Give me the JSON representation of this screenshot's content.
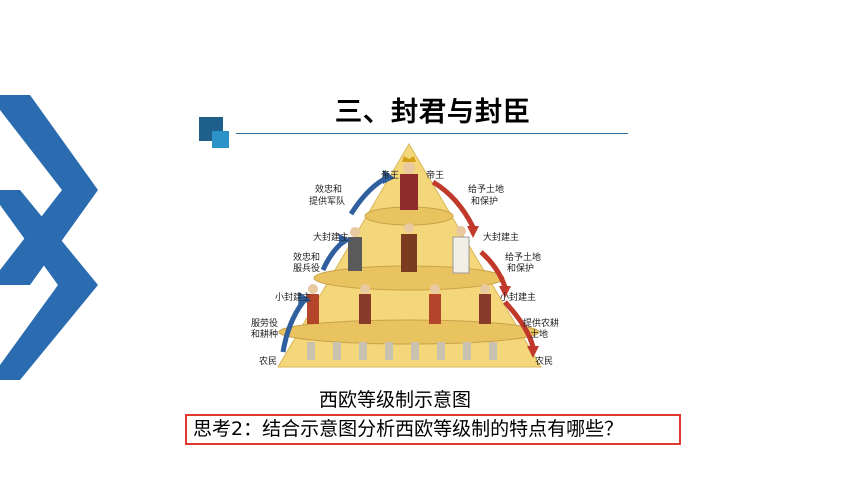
{
  "slide": {
    "title": "三、封君与封臣",
    "caption": "西欧等级制示意图",
    "question": "思考2：结合示意图分析西欧等级制的特点有哪些？"
  },
  "diagram": {
    "left_labels": [
      "帝王",
      "效忠和",
      "提供军队",
      "大封建主",
      "效忠和",
      "服兵役",
      "小封建主",
      "服劳役",
      "和耕种",
      "农民"
    ],
    "right_labels": [
      "帝王",
      "给予土地",
      "和保护",
      "大封建主",
      "给予土地",
      "和保护",
      "小封建主",
      "提供农耕",
      "土地",
      "农民"
    ]
  },
  "colors": {
    "chevron": "#2b6cb0",
    "pyramid": "#f4d77a",
    "up_arrow": "#2f5f9e",
    "down_arrow": "#c0392b",
    "question_border": "#e0392f"
  }
}
